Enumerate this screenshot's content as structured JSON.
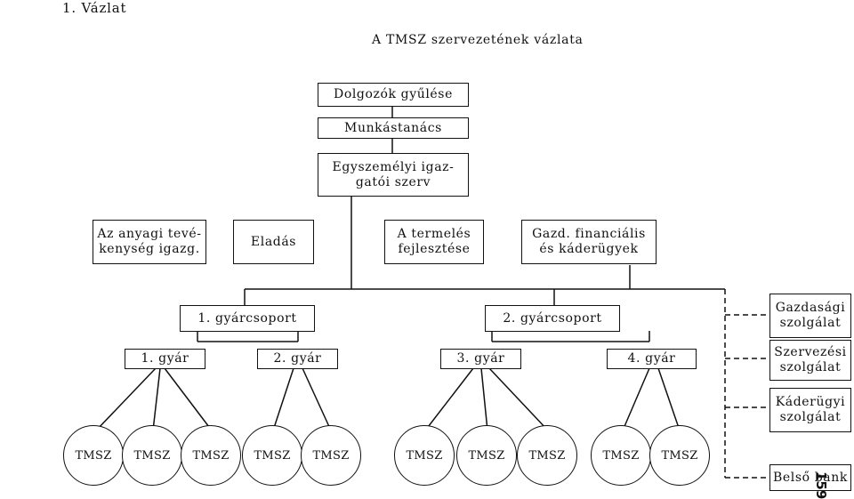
{
  "header": {
    "section_label": "1. Vázlat"
  },
  "diagram": {
    "title": "A TMSZ szervezetének vázlata",
    "top_chain": {
      "assembly": "Dolgozók gyűlése",
      "council": "Munkástanács",
      "director": [
        "Egyszemélyi igaz-",
        "gatói szerv"
      ]
    },
    "departments": {
      "material": [
        "Az anyagi tevé-",
        "kenység igazg."
      ],
      "sales": "Eladás",
      "production": [
        "A termelés",
        "fejlesztése"
      ],
      "finance": [
        "Gazd. financiális",
        "és káderügyek"
      ]
    },
    "factory_groups": [
      "1. gyárcsoport",
      "2. gyárcsoport"
    ],
    "factories": [
      "1. gyár",
      "2. gyár",
      "3. gyár",
      "4. gyár"
    ],
    "tmsz_label": "TMSZ",
    "services": {
      "economic": [
        "Gazdasági",
        "szolgálat"
      ],
      "organization": [
        "Szervezési",
        "szolgálat"
      ],
      "personnel": [
        "Káderügyi",
        "szolgálat"
      ],
      "bank": "Belső bank"
    }
  },
  "page_number": "159"
}
